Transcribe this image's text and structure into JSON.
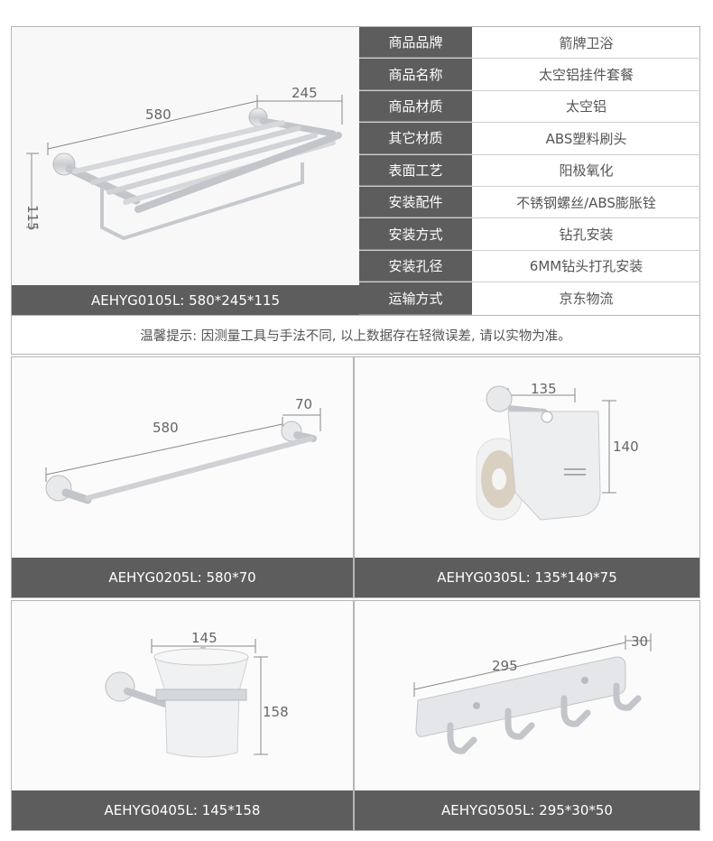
{
  "spec_table": [
    {
      "key": "商品品牌",
      "value": "箭牌卫浴"
    },
    {
      "key": "商品名称",
      "value": "太空铝挂件套餐"
    },
    {
      "key": "商品材质",
      "value": "太空铝"
    },
    {
      "key": "其它材质",
      "value": "ABS塑料刷头"
    },
    {
      "key": "表面工艺",
      "value": "阳极氧化"
    },
    {
      "key": "安装配件",
      "value": "不锈钢螺丝/ABS膨胀铨"
    },
    {
      "key": "安装方式",
      "value": "钻孔安装"
    },
    {
      "key": "安装孔径",
      "value": "6MM钻头打孔安装"
    },
    {
      "key": "运输方式",
      "value": "京东物流"
    }
  ],
  "tip": "温馨提示: 因测量工具与手法不同, 以上数据存在轻微误差, 请以实物为准。",
  "products": {
    "towel_rack": {
      "caption": "AEHYG0105L: 580*245*115",
      "dims": {
        "length": "580",
        "depth": "245",
        "height": "115"
      }
    },
    "towel_bar": {
      "caption": "AEHYG0205L: 580*70",
      "dims": {
        "length": "580",
        "depth": "70"
      }
    },
    "paper_holder": {
      "caption": "AEHYG0305L: 135*140*75",
      "dims": {
        "width": "135",
        "height": "140"
      }
    },
    "toilet_brush": {
      "caption": "AEHYG0405L: 145*158",
      "dims": {
        "width": "145",
        "height": "158"
      }
    },
    "hook_rail": {
      "caption": "AEHYG0505L: 295*30*50",
      "dims": {
        "length": "295",
        "depth": "30"
      }
    }
  },
  "colors": {
    "caption_bg": "#5d5d5d",
    "border": "#b5b5b5",
    "metal": "#c9ccd0"
  }
}
